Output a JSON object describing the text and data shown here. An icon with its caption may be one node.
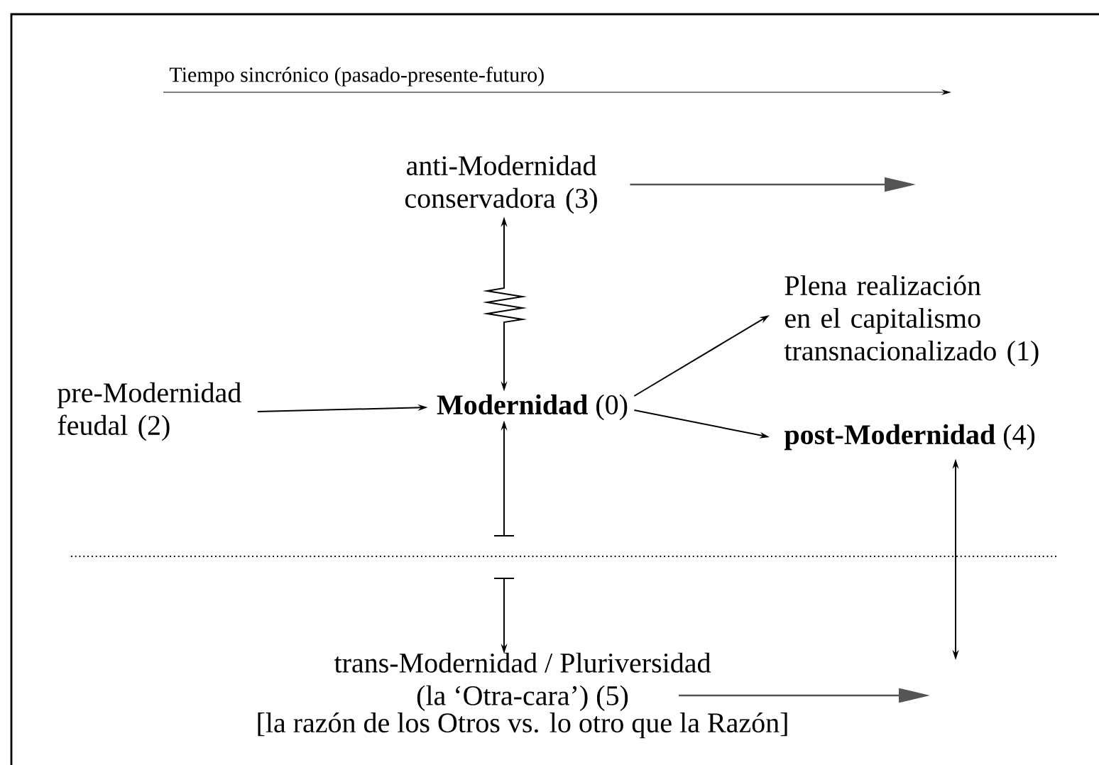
{
  "diagram": {
    "nodes": [
      {
        "text": [
          "anti-Modernidad conservadora (3)"
        ]
      },
      {
        "text": [
          "**Modernidad** (0)"
        ]
      },
      {
        "text": [
          "pre-Modernidad feudal (2)"
        ]
      },
      {
        "text": [
          "Plena realización en el capitalismo transnacionalizado (1)"
        ]
      },
      {
        "text": [
          "**post-Modernidad** (4)"
        ]
      },
      {
        "text": [
          "trans-Modernidad / Pluriversidad (la ‘Otra-cara’) (5)",
          "[la razón de los Otros vs. lo otro que la Razón]"
        ]
      }
    ],
    "edges": [
      {
        "from": 0,
        "to": 1,
        "arrow": "both"
      },
      {
        "from": 2,
        "to": 1,
        "arrow": "to"
      },
      {
        "from": 1,
        "to": 3,
        "arrow": "to"
      },
      {
        "from": 1,
        "to": 4,
        "arrow": "to"
      },
      {
        "from": null,
        "to": 1,
        "arrow": "to"
      },
      {
        "from": null,
        "to": 5,
        "arrow": "to"
      },
      {
        "from": 4,
        "to": null,
        "arrow": "both"
      },
      {
        "from": 0,
        "to": null,
        "arrow": "to",
        "color": "#555555"
      },
      {
        "from": 5,
        "to": null,
        "arrow": "to",
        "color": "#555555"
      }
    ],
    "labels": [
      "Tiempo sincrónico (pasado-presente-futuro)"
    ]
  }
}
